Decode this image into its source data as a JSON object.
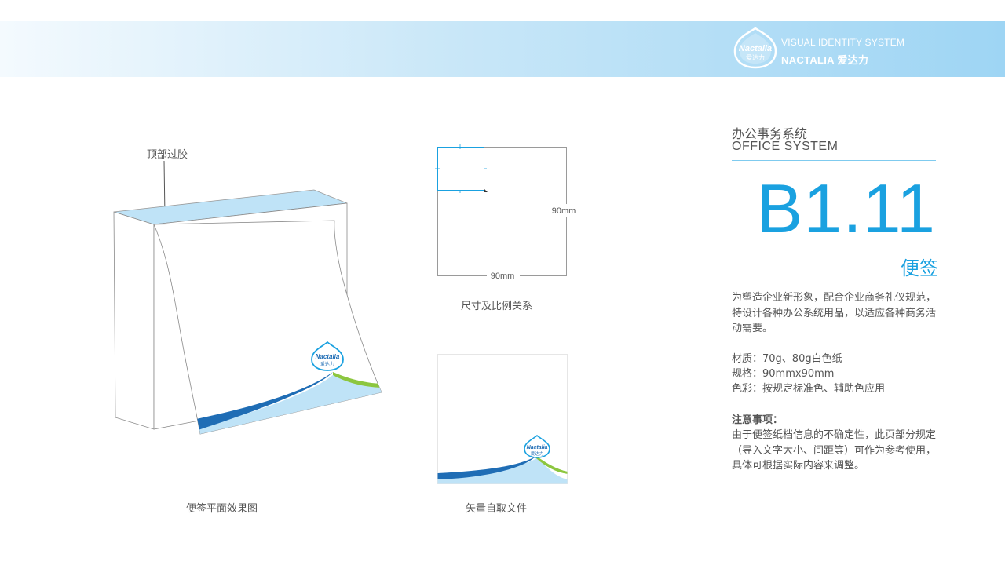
{
  "header": {
    "logo_text_en": "Nactalia",
    "logo_text_cn": "爱达力",
    "system_title": "VISUAL IDENTITY SYSTEM",
    "brand_name": "NACTALIA 爱达力"
  },
  "section": {
    "title_cn": "办公事务系统",
    "title_en": "OFFICE SYSTEM",
    "code": "B1.11",
    "item_title": "便签"
  },
  "mockup": {
    "top_label": "顶部过胶",
    "caption": "便签平面效果图",
    "note_logo_en": "Nactalia",
    "note_logo_cn": "爱达力"
  },
  "dimension": {
    "height_label": "90mm",
    "width_label": "90mm",
    "caption": "尺寸及比例关系"
  },
  "vector": {
    "caption": "矢量自取文件",
    "logo_en": "Nactalia",
    "logo_cn": "爱达力"
  },
  "description": {
    "intro": "为塑造企业新形象，配合企业商务礼仪规范，特设计各种办公系统用品，以适应各种商务活动需要。",
    "material": "材质：70g、80g白色纸",
    "spec": "规格：90mmx90mm",
    "color": "色彩：按规定标准色、辅助色应用",
    "notice_title": "注意事项：",
    "notice_text": "由于便签纸档信息的不确定性，此页部分规定（导入文字大小、间距等）可作为参考使用，具体可根据实际内容来调整。"
  },
  "colors": {
    "brand_blue": "#1aa1e0",
    "dark_blue": "#1f6db5",
    "light_blue": "#bfe3f7",
    "green": "#8cc63f"
  }
}
